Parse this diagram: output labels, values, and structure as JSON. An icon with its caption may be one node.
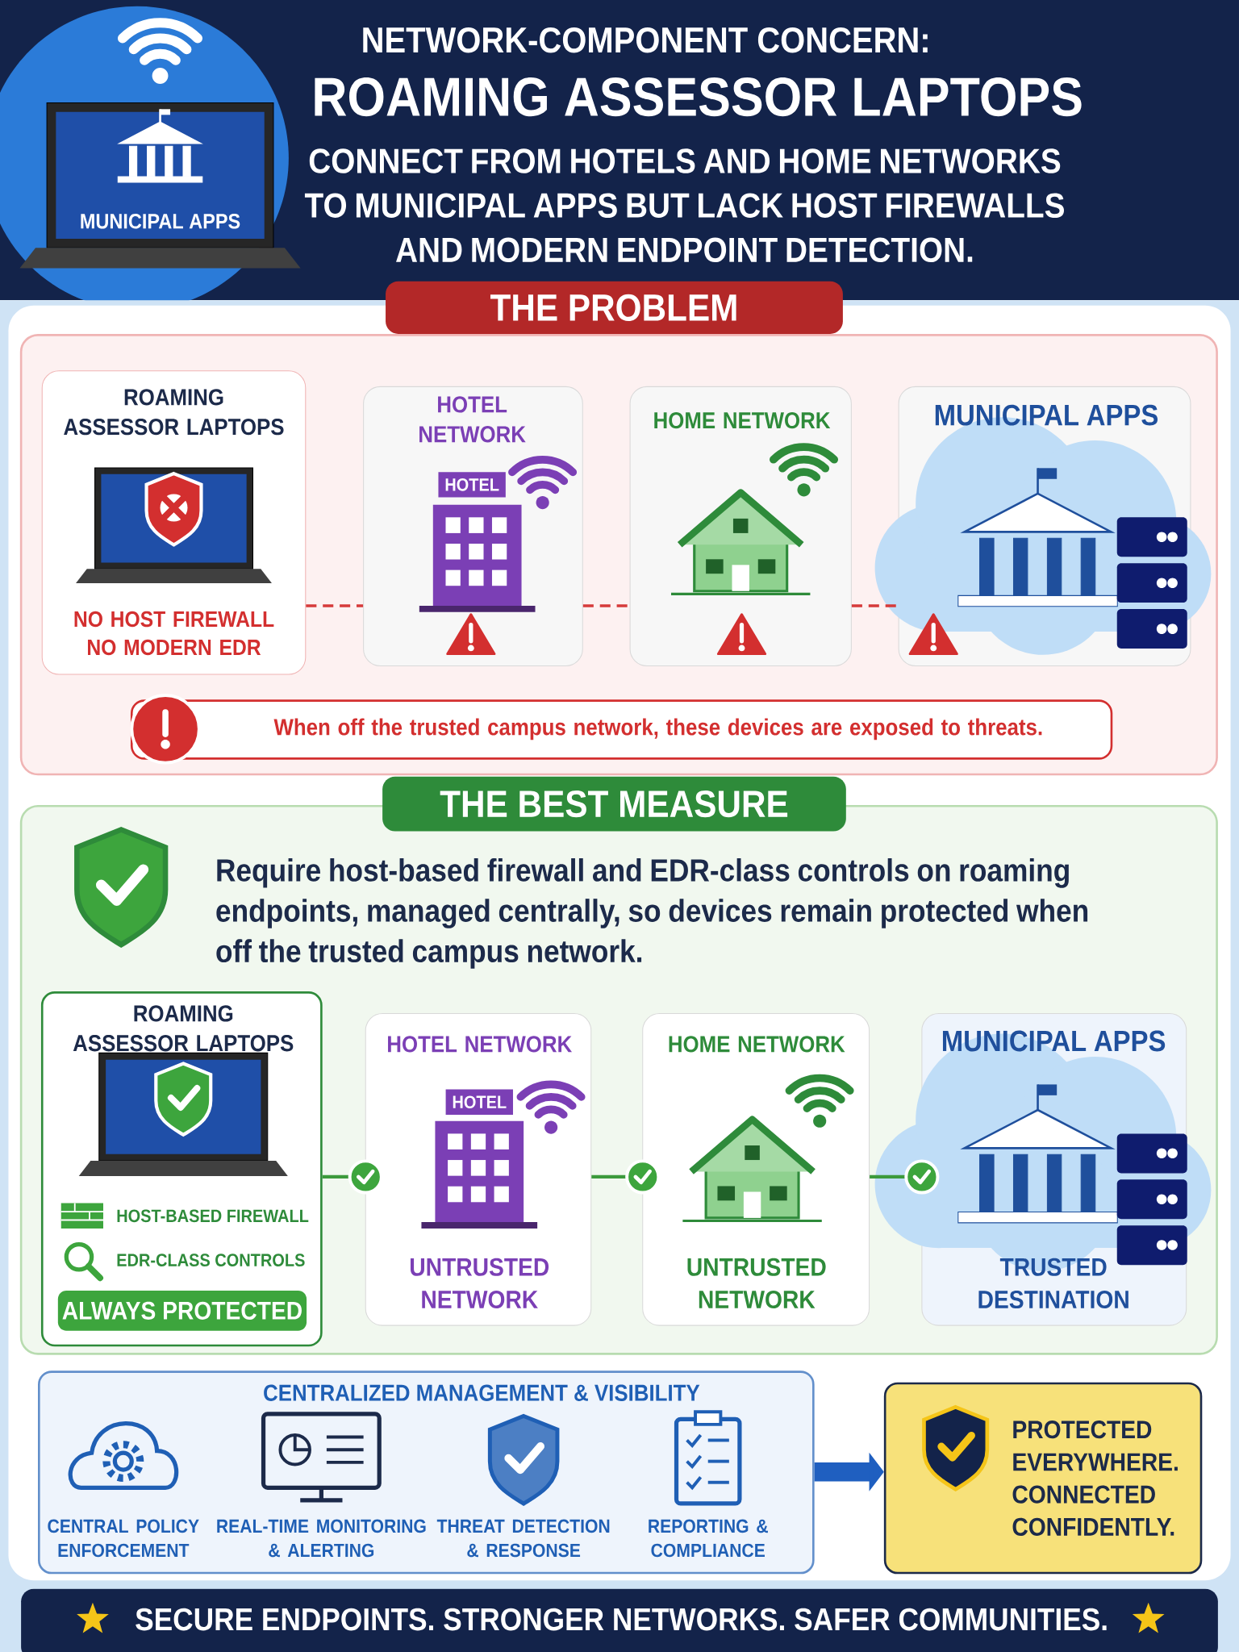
{
  "diagram": {
    "title": "ROAMING ASSESSOR LAPTOPS",
    "nodes": [
      {
        "text": [
          "THE PROBLEM"
        ]
      },
      {
        "text": [
          "ROAMING ASSESSOR LAPTOPS",
          "NO HOST FIREWALL NO MODERN EDR"
        ],
        "in": 0
      },
      {
        "text": [
          "HOTEL NETWORK",
          "HOTEL"
        ],
        "in": 0
      },
      {
        "text": [
          "HOME NETWORK"
        ],
        "in": 0
      },
      {
        "text": [
          "MUNICIPAL APPS"
        ],
        "in": 0
      },
      {
        "text": [
          "When off the trusted campus network, these devices are exposed to threats."
        ],
        "in": 0
      },
      {
        "text": [
          "THE BEST MEASURE"
        ]
      },
      {
        "text": [
          "ROAMING ASSESSOR LAPTOPS",
          "HOST-BASED FIREWALL",
          "EDR-CLASS CONTROLS",
          "ALWAYS PROTECTED"
        ],
        "in": 6
      },
      {
        "text": [
          "HOTEL NETWORK",
          "HOTEL",
          "UNTRUSTED NETWORK"
        ],
        "in": 6
      },
      {
        "text": [
          "HOME NETWORK",
          "UNTRUSTED NETWORK"
        ],
        "in": 6
      },
      {
        "text": [
          "MUNICIPAL APPS",
          "TRUSTED DESTINATION"
        ],
        "in": 6
      },
      {
        "text": [
          "CENTRALIZED MANAGEMENT & VISIBILITY"
        ]
      },
      {
        "text": [
          "PROTECTED EVERYWHERE. CONNECTED CONFIDENTLY."
        ]
      }
    ],
    "edges": [
      {
        "from": 1,
        "to": 2,
        "arrow": "none",
        "style": "dashed",
        "color": "#d63a3a"
      },
      {
        "from": 2,
        "to": 3,
        "arrow": "none",
        "style": "dashed",
        "color": "#d63a3a"
      },
      {
        "from": 3,
        "to": 4,
        "arrow": "none",
        "style": "dashed",
        "color": "#d63a3a"
      },
      {
        "from": 7,
        "to": 8,
        "arrow": "none",
        "color": "#3c9a3c"
      },
      {
        "from": 8,
        "to": 9,
        "arrow": "none",
        "color": "#3c9a3c"
      },
      {
        "from": 9,
        "to": 10,
        "arrow": "none",
        "color": "#3c9a3c"
      },
      {
        "from": 11,
        "to": 12,
        "arrow": "to",
        "style": "thick",
        "color": "#1f5fc0"
      }
    ],
    "labels": [
      "NETWORK-COMPONENT CONCERN:",
      "CONNECT FROM HOTELS AND HOME NETWORKS TO MUNICIPAL APPS BUT LACK HOST FIREWALLS AND MODERN ENDPOINT DETECTION.",
      "MUNICIPAL APPS",
      "Require host-based firewall and EDR-class controls on roaming endpoints, managed centrally, so devices remain protected when off the trusted campus network.",
      "CENTRAL POLICY ENFORCEMENT",
      "REAL-TIME MONITORING & ALERTING",
      "THREAT DETECTION & RESPONSE",
      "REPORTING & COMPLIANCE",
      "SECURE ENDPOINTS. STRONGER NETWORKS. SAFER COMMUNITIES."
    ]
  }
}
